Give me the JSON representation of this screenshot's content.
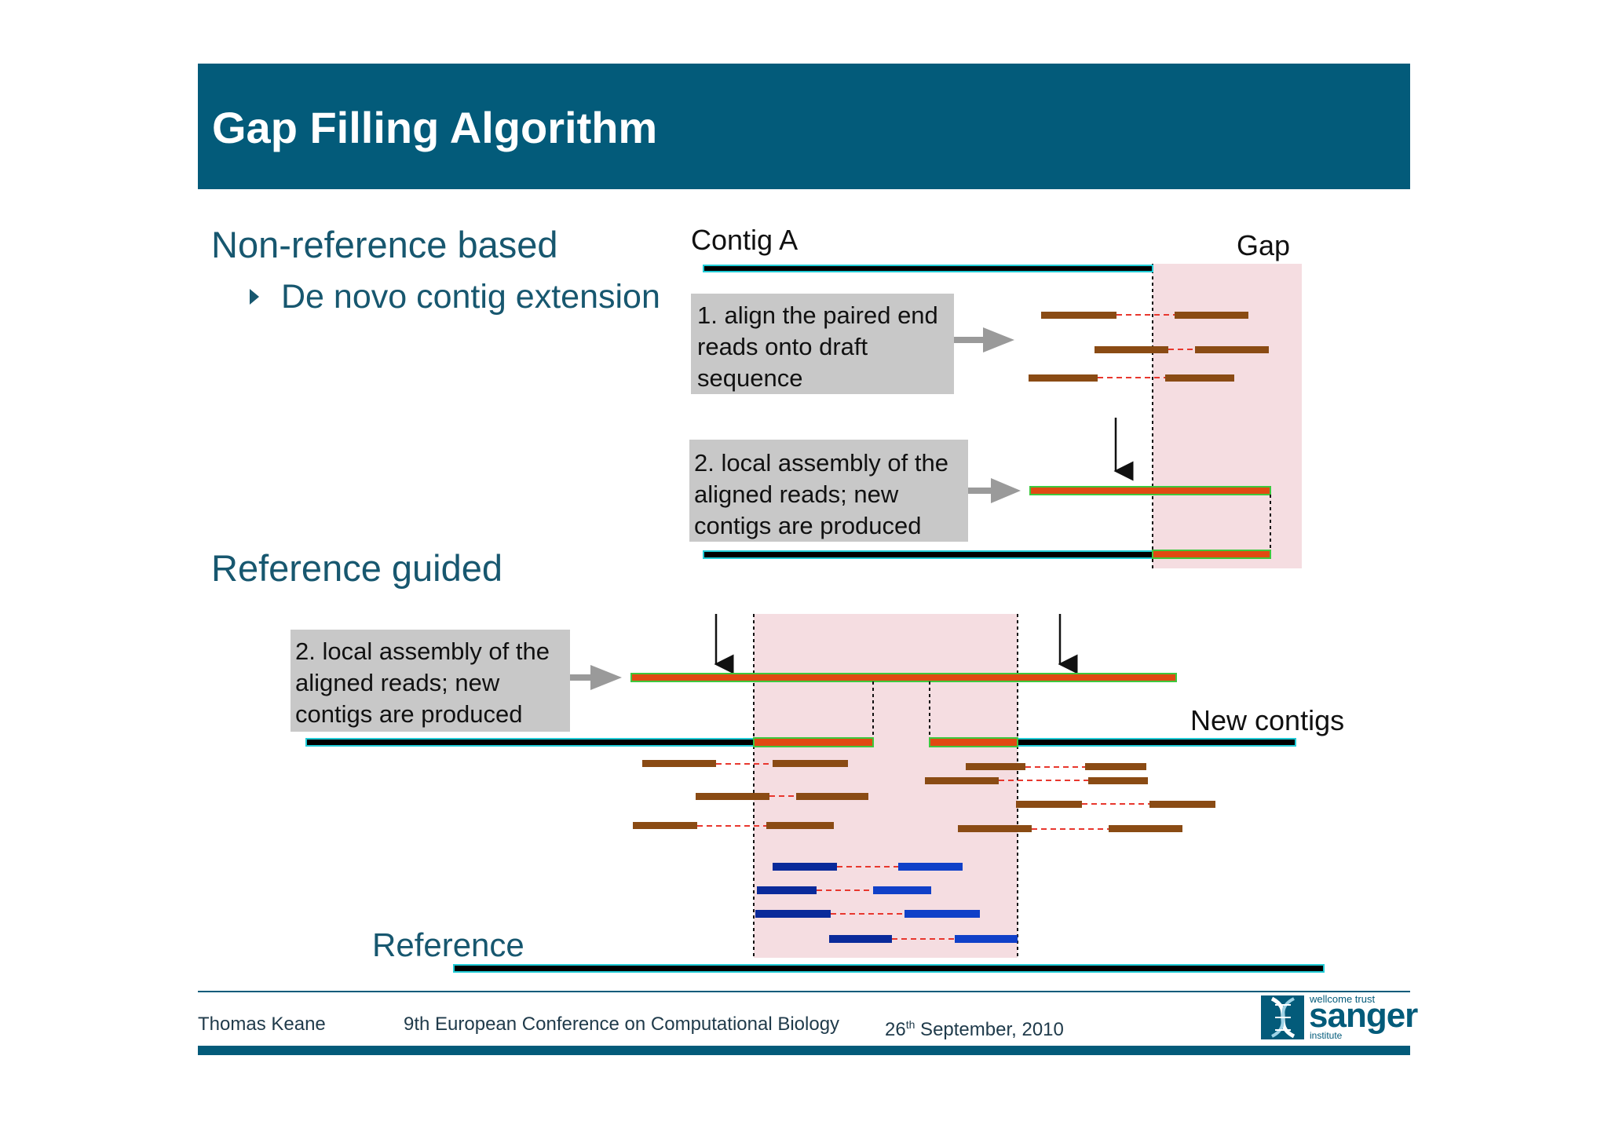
{
  "slide": {
    "title": "Gap Filling Algorithm"
  },
  "sections": {
    "non_reference": {
      "heading": "Non-reference based",
      "bullet": "De novo contig extension"
    },
    "reference_guided": {
      "heading": "Reference guided"
    }
  },
  "diagram": {
    "contig_a_label": "Contig A",
    "gap_label": "Gap",
    "step1": [
      "1. align the paired end",
      "reads onto draft",
      "sequence"
    ],
    "step2": [
      "2. local assembly of the",
      "aligned reads; new",
      "contigs are produced"
    ],
    "step2_ref": [
      "2. local assembly of the",
      "aligned reads; new",
      "contigs are produced"
    ],
    "new_contigs_label": "New contigs",
    "reference_label": "Reference"
  },
  "colors": {
    "brand": "#035b7a",
    "heading": "#17576f",
    "read_brown": "#8a4b14",
    "read_blue_dark": "#0a2a9a",
    "read_blue": "#1040c8",
    "contig_orange": "#e04a12",
    "gap_region": "#f5dde1",
    "pair_link": "#e8372e"
  },
  "footer": {
    "author": "Thomas Keane",
    "conference": "9th European Conference on Computational Biology",
    "date_day": "26",
    "date_suffix": "th",
    "date_rest": " September, 2010"
  },
  "logo": {
    "top": "wellcome trust",
    "word": "sanger",
    "bottom": "institute"
  }
}
